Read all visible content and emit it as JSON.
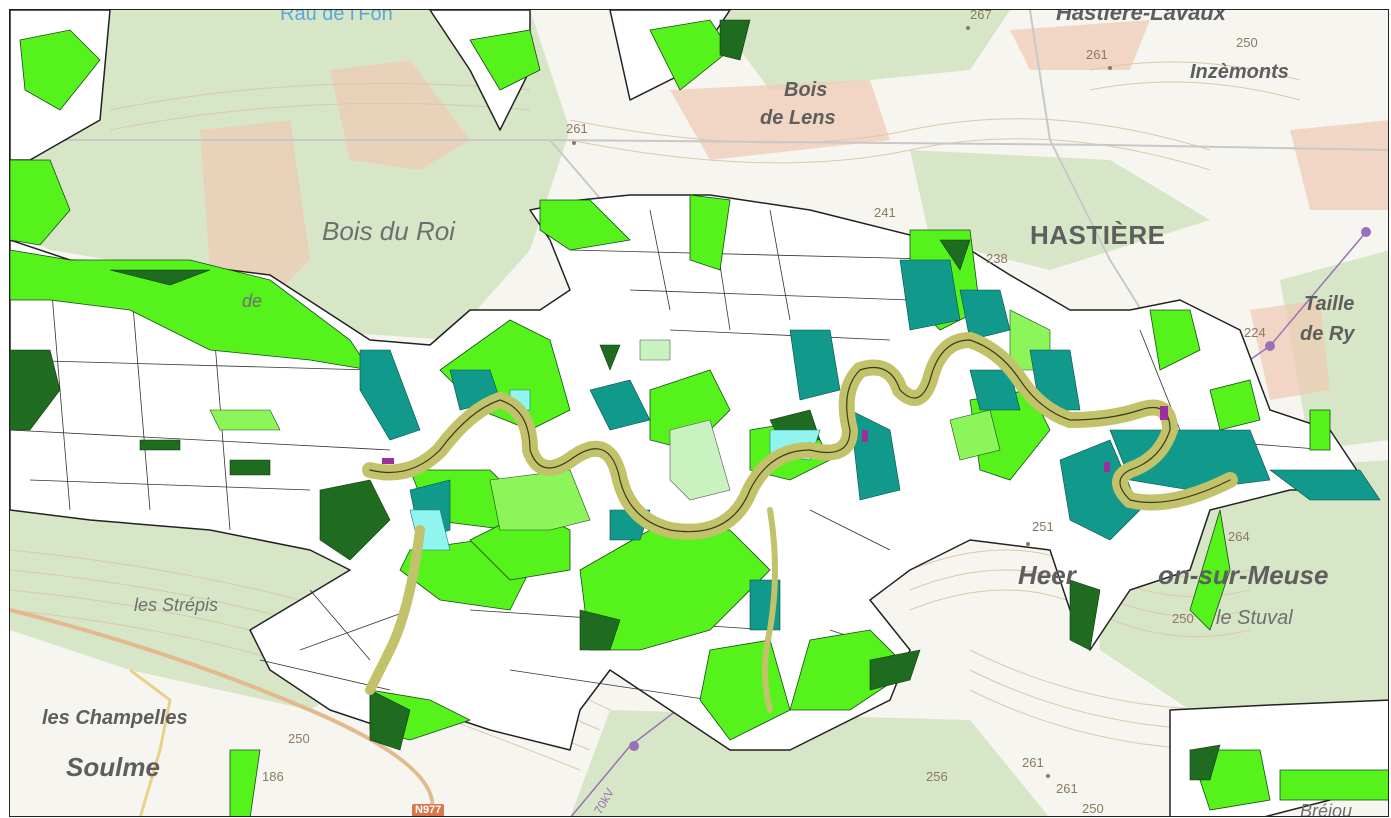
{
  "map": {
    "colors": {
      "background": "#f7f5ef",
      "forest": "#d8e6c8",
      "urban": "#f0c9b4",
      "contour": "#d9c9ad",
      "parcel_fill": "#ffffff",
      "parcel_border": "#222222",
      "bright_green": "#55f21c",
      "light_green": "#8cf55a",
      "dark_green": "#1f6b1f",
      "teal": "#119a8c",
      "olive": "#c2c26b",
      "cyan": "#8ff5ee",
      "pale_green": "#c8f3c0",
      "purple": "#9b2fa0",
      "power_line": "#9a70b8",
      "river_text": "#5aa8d8"
    },
    "labels": {
      "bois_du_roi": "Bois du Roi",
      "bois_de_lens_1": "Bois",
      "bois_de_lens_2": "de Lens",
      "hastiere": "HASTIÈRE",
      "hastiere_lavaux": "Hastière-Lavaux",
      "inzemonts": "Inzèmonts",
      "taille_de_ry_1": "Taille",
      "taille_de_ry_2": "de Ry",
      "heer_sur_meuse": "Heer",
      "heer_sur_meuse_2": "on-sur-Meuse",
      "le_stuval": "le Stuval",
      "les_strepis": "les Strépis",
      "les_champelles": "les Champelles",
      "soulme": "Soulme",
      "breiou": "Bréiou",
      "ruisseau": "Rau de l'Fon",
      "de_fragment": "de",
      "road": "N977",
      "power": "70kV"
    },
    "altitudes": {
      "a261_top": "261",
      "a267": "267",
      "a261_right": "261",
      "a250": "250",
      "a241": "241",
      "a238": "238",
      "a224": "224",
      "a251": "251",
      "a264": "264",
      "a250_mid": "250",
      "a250_left": "250",
      "a186": "186",
      "a256": "256",
      "a261_bottom1": "261",
      "a261_bottom2": "261",
      "a250_bottom": "250"
    }
  }
}
